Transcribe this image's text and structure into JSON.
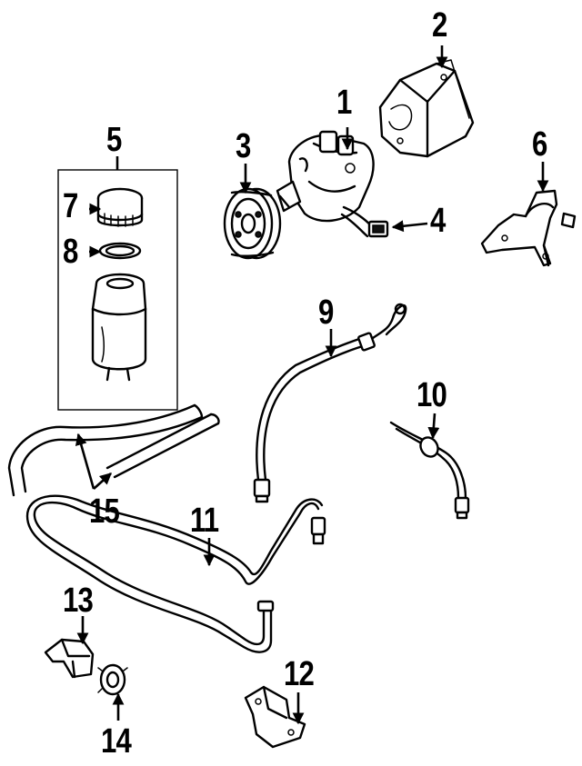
{
  "diagram": {
    "callouts": [
      {
        "id": "1",
        "text": "1",
        "part": "power-steering-pump"
      },
      {
        "id": "2",
        "text": "2",
        "part": "pump-bracket"
      },
      {
        "id": "3",
        "text": "3",
        "part": "pulley"
      },
      {
        "id": "4",
        "text": "4",
        "part": "pressure-switch-connector"
      },
      {
        "id": "5",
        "text": "5",
        "part": "reservoir-assembly"
      },
      {
        "id": "6",
        "text": "6",
        "part": "reservoir-bracket"
      },
      {
        "id": "7",
        "text": "7",
        "part": "reservoir-cap"
      },
      {
        "id": "8",
        "text": "8",
        "part": "cap-seal"
      },
      {
        "id": "9",
        "text": "9",
        "part": "pressure-hose"
      },
      {
        "id": "10",
        "text": "10",
        "part": "return-hose"
      },
      {
        "id": "11",
        "text": "11",
        "part": "cooler-tube"
      },
      {
        "id": "12",
        "text": "12",
        "part": "tube-bracket"
      },
      {
        "id": "13",
        "text": "13",
        "part": "clip"
      },
      {
        "id": "14",
        "text": "14",
        "part": "grommet"
      },
      {
        "id": "15",
        "text": "15",
        "part": "reservoir-hoses"
      }
    ]
  }
}
